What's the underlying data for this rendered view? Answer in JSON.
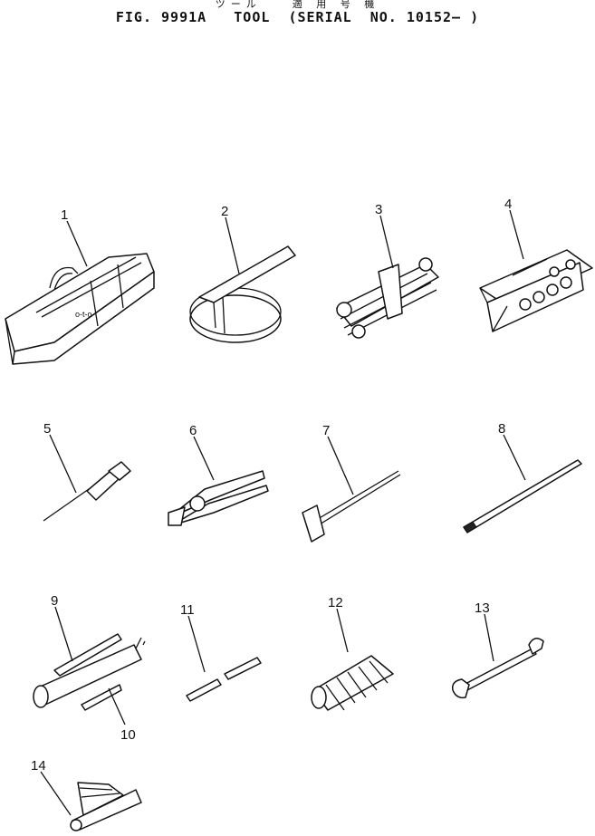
{
  "header": {
    "japanese_title": "ツール　　適 用 号 機",
    "figure_title": "FIG. 9991A   TOOL  (SERIAL  NO. 10152— )"
  },
  "parts": [
    {
      "no": "1"
    },
    {
      "no": "2"
    },
    {
      "no": "3"
    },
    {
      "no": "4"
    },
    {
      "no": "5"
    },
    {
      "no": "6"
    },
    {
      "no": "7"
    },
    {
      "no": "8"
    },
    {
      "no": "9"
    },
    {
      "no": "10"
    },
    {
      "no": "11"
    },
    {
      "no": "12"
    },
    {
      "no": "13"
    },
    {
      "no": "14"
    }
  ]
}
